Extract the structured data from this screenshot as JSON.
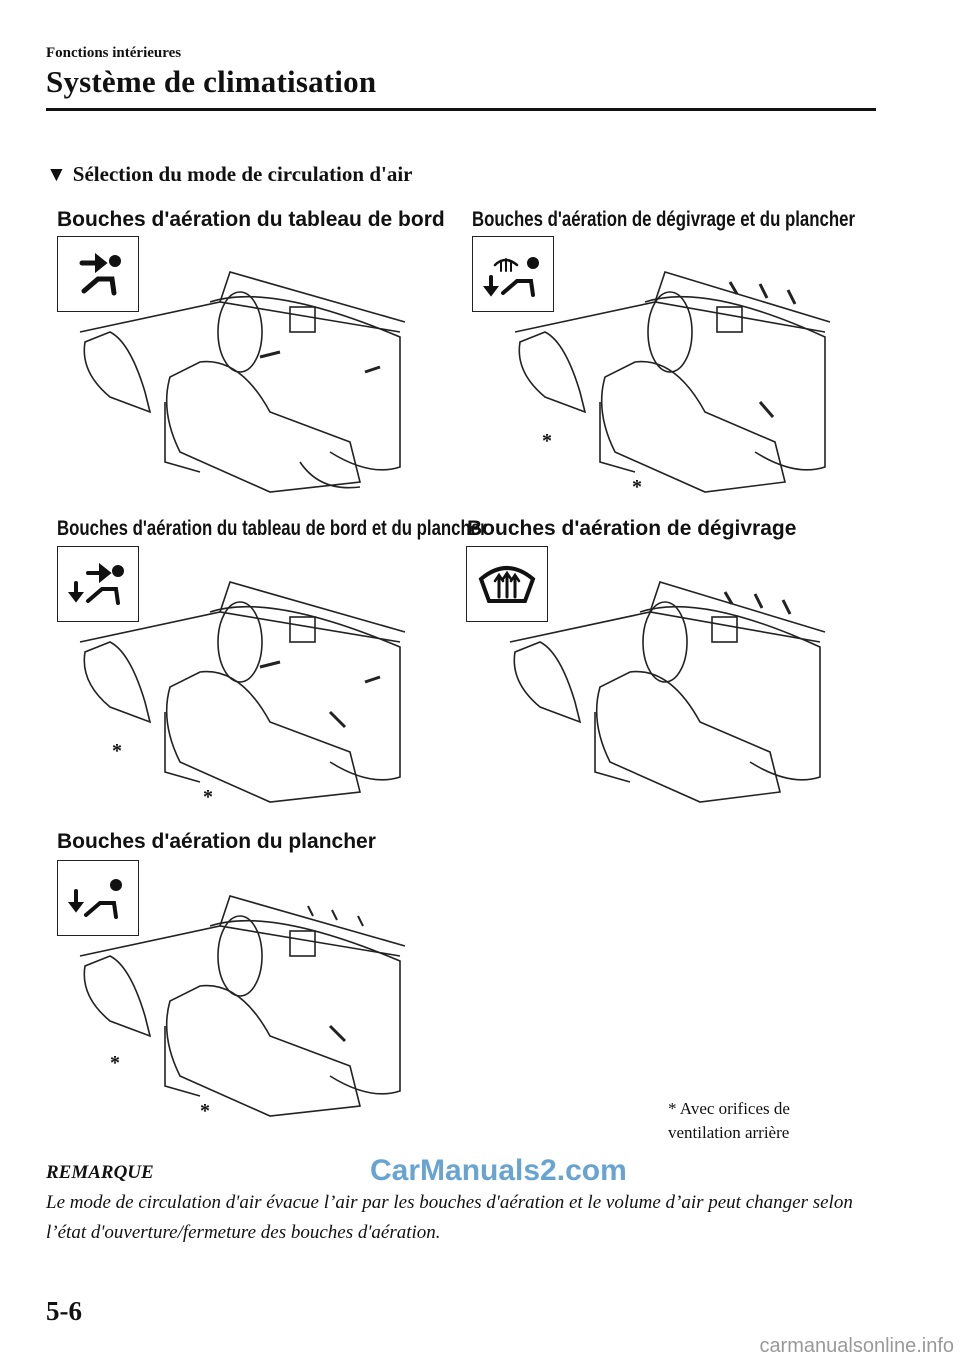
{
  "header": {
    "chapter": "Fonctions intérieures",
    "title": "Système de climatisation"
  },
  "section": {
    "marker": "▼",
    "heading": "Sélection du mode de circulation d'air"
  },
  "panels": [
    {
      "label": "Bouches d'aération du tableau de bord",
      "icon": "dashboard-vent-icon"
    },
    {
      "label": "Bouches d'aération de dégivrage et du plancher",
      "icon": "defrost-floor-vent-icon"
    },
    {
      "label": "Bouches d'aération du tableau de bord et du plancher",
      "icon": "dashboard-floor-vent-icon"
    },
    {
      "label": "Bouches d'aération de dégivrage",
      "icon": "defrost-vent-icon"
    },
    {
      "label": "Bouches d'aération du plancher",
      "icon": "floor-vent-icon"
    }
  ],
  "asterisk": "*",
  "footnote": {
    "line1": "* Avec orifices de",
    "line2": "ventilation arrière"
  },
  "remark": {
    "title": "REMARQUE",
    "text": "Le mode de circulation d'air évacue l’air par les bouches d'aération et le volume d’air peut changer selon l’état d'ouverture/fermeture des bouches d'aération."
  },
  "page_number": "5-6",
  "watermark": "CarManuals2.com",
  "footer_watermark": "carmanualsonline.info"
}
